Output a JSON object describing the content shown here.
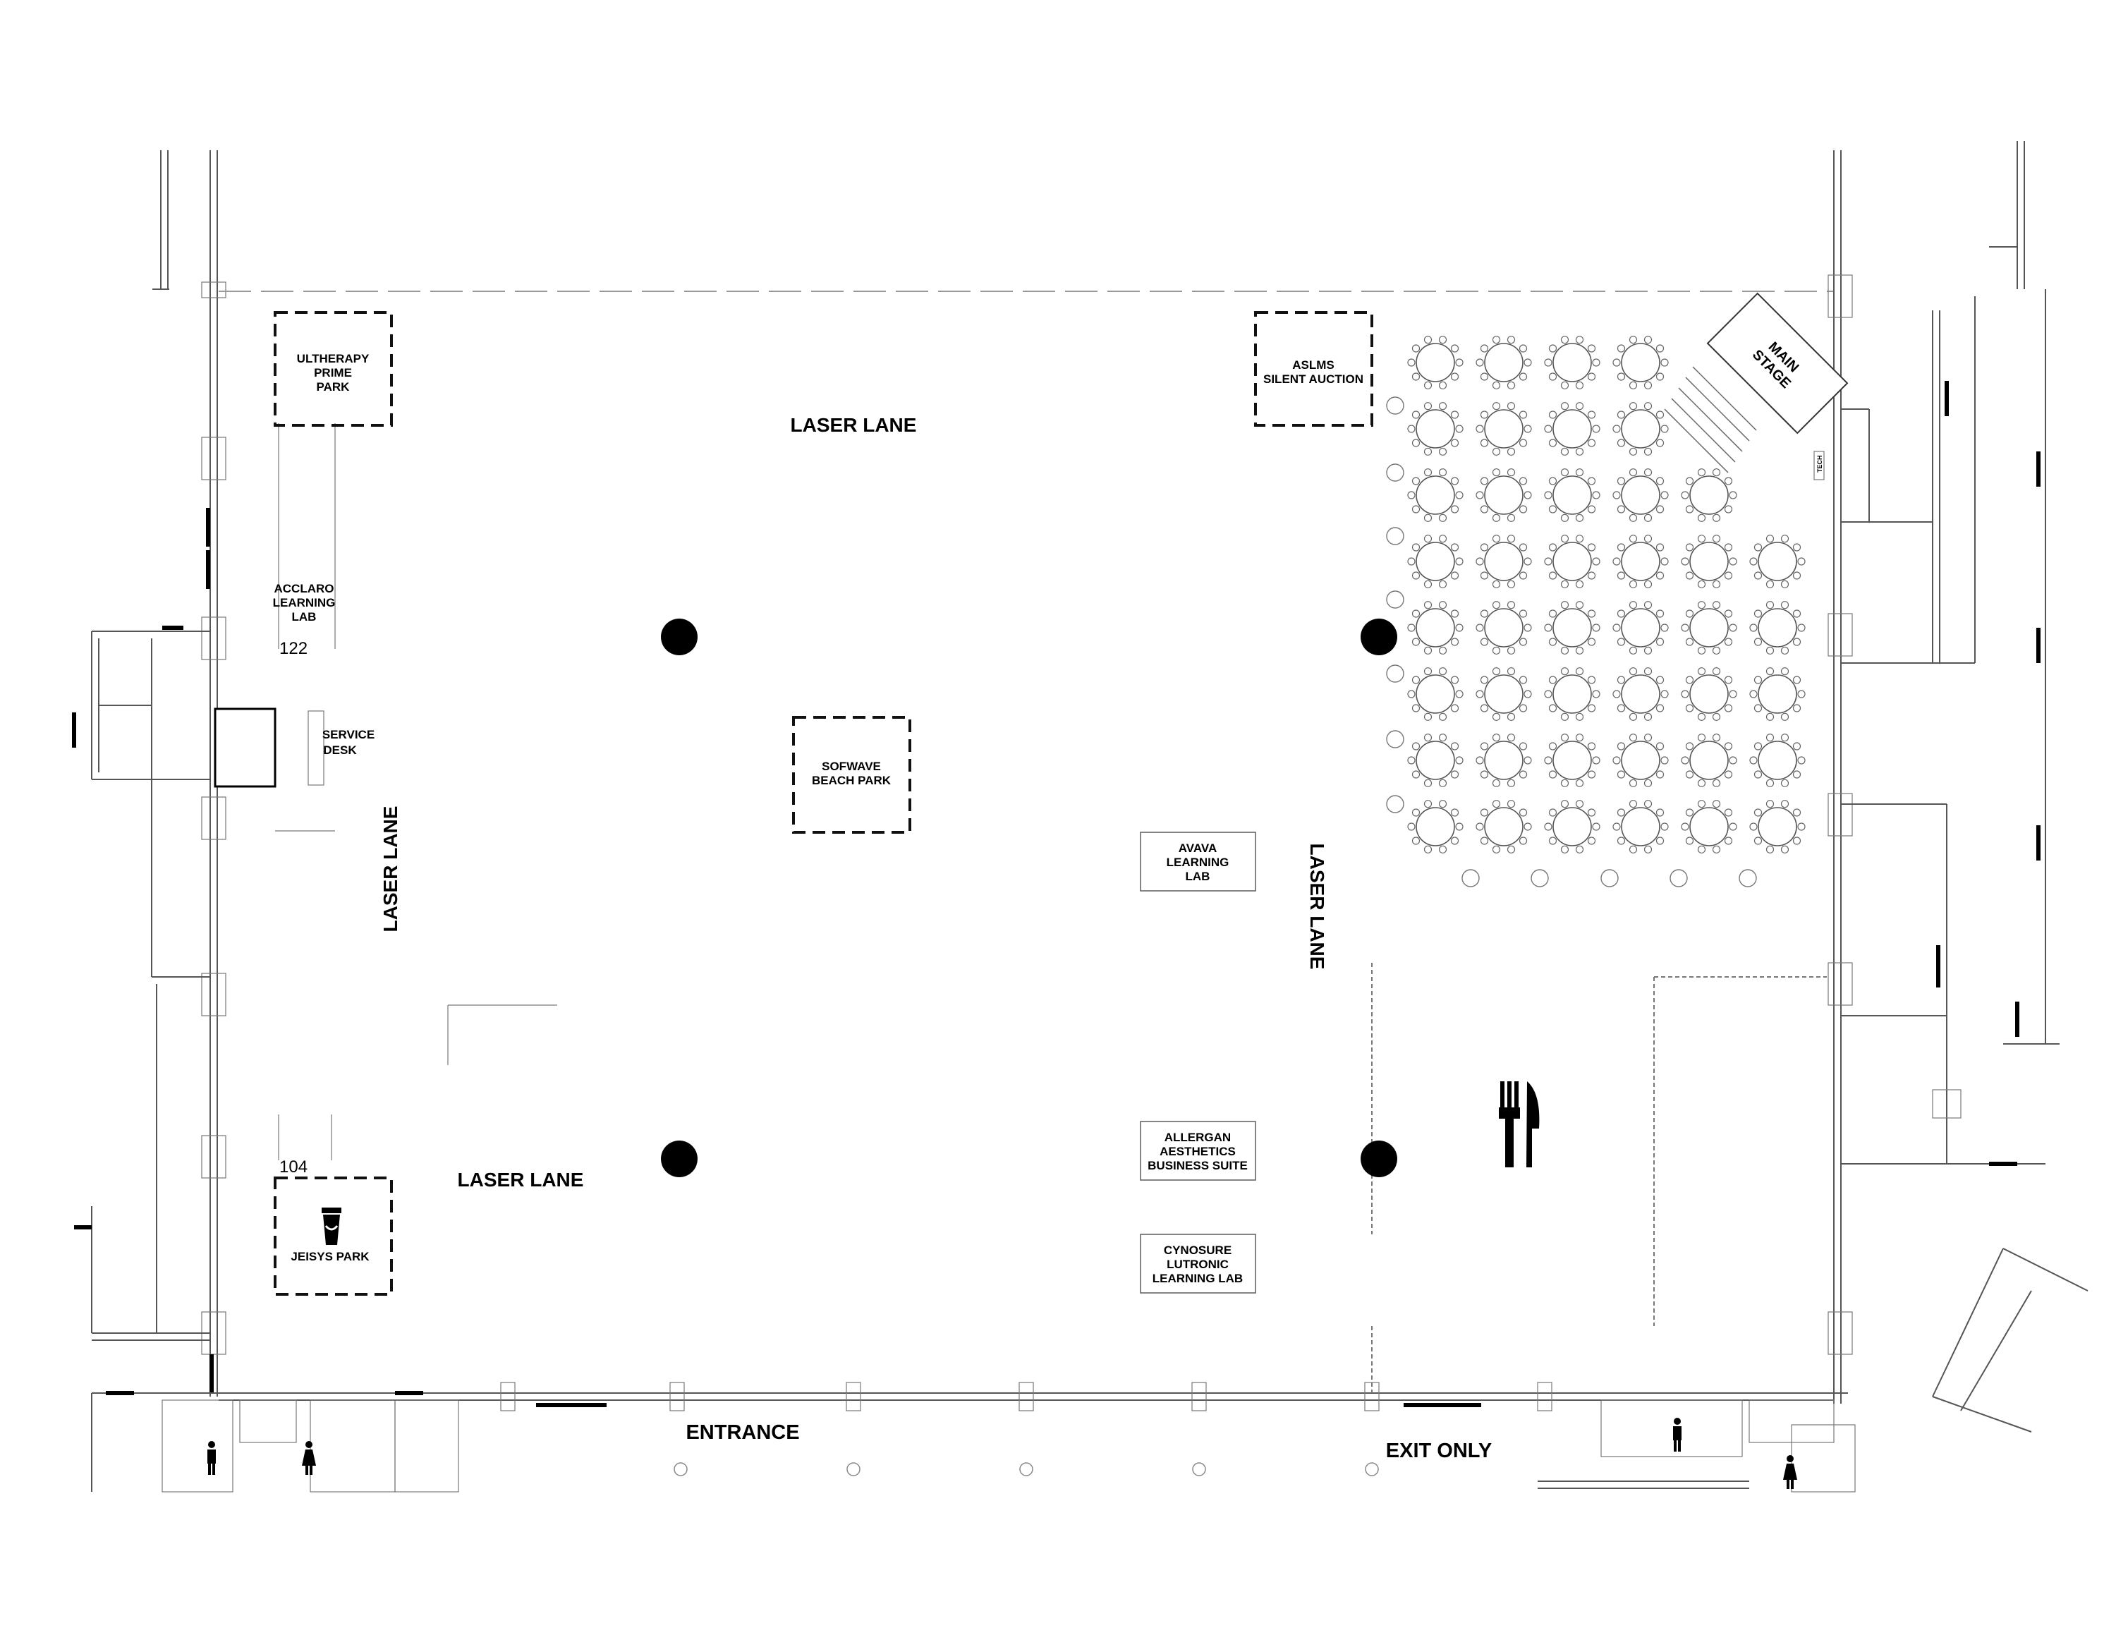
{
  "map": {
    "zones": {
      "ultherapy": [
        "ULTHERAPY",
        "PRIME",
        "PARK"
      ],
      "aslms": [
        "ASLMS",
        "SILENT AUCTION"
      ],
      "acclaro": [
        "ACCLARO",
        "LEARNING",
        "LAB"
      ],
      "service_desk": [
        "SERVICE",
        "DESK"
      ],
      "sofwave": [
        "SOFWAVE",
        "BEACH PARK"
      ],
      "avava": [
        "AVAVA",
        "LEARNING",
        "LAB"
      ],
      "allergan": [
        "ALLERGAN",
        "AESTHETICS",
        "BUSINESS SUITE"
      ],
      "cynosure": [
        "CYNOSURE",
        "LUTRONIC",
        "LEARNING LAB"
      ],
      "jeisys": [
        "JEISYS PARK"
      ],
      "main_stage": [
        "MAIN",
        "STAGE"
      ],
      "tech": "TECH"
    },
    "lanes": {
      "top": "LASER LANE",
      "left": "LASER LANE",
      "bottom": "LASER LANE",
      "right": "LASER LANE"
    },
    "room_numbers": {
      "room_122": "122",
      "room_104": "104"
    },
    "doors": {
      "entrance": "ENTRANCE",
      "exit": "EXIT ONLY"
    },
    "icons": {
      "dining": "fork-knife-icon",
      "coffee": "coffee-cup-icon",
      "restroom_men": "restroom-men-icon",
      "restroom_women": "restroom-women-icon",
      "column": "column-icon"
    },
    "seating": {
      "tables_per_row": [
        4,
        4,
        5,
        6,
        6,
        6,
        6,
        6
      ]
    }
  }
}
